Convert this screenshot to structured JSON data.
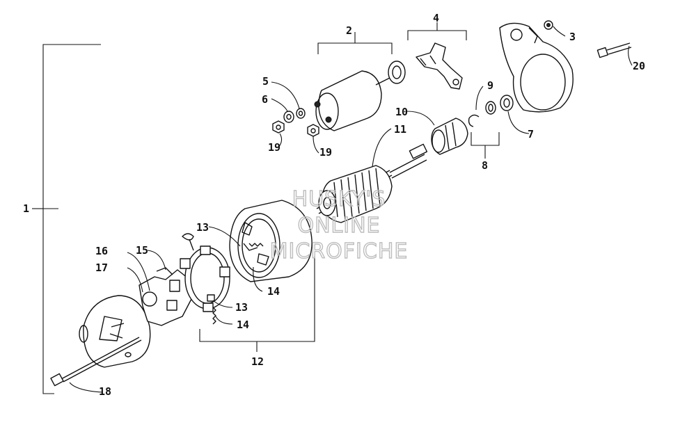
{
  "watermark": {
    "line1": "HUSKY'S",
    "line2": "ONLINE",
    "line3": "MICROFICHE"
  },
  "callouts": {
    "c1": "1",
    "c2": "2",
    "c3": "3",
    "c4": "4",
    "c5": "5",
    "c6": "6",
    "c7": "7",
    "c8": "8",
    "c9": "9",
    "c10": "10",
    "c11": "11",
    "c12": "12",
    "c13a": "13",
    "c13b": "13",
    "c14a": "14",
    "c14b": "14",
    "c15": "15",
    "c16": "16",
    "c17": "17",
    "c18": "18",
    "c19a": "19",
    "c19b": "19",
    "c20": "20"
  },
  "colors": {
    "ink": "#111111",
    "watermark": "#bdbdbd",
    "background": "#ffffff"
  }
}
